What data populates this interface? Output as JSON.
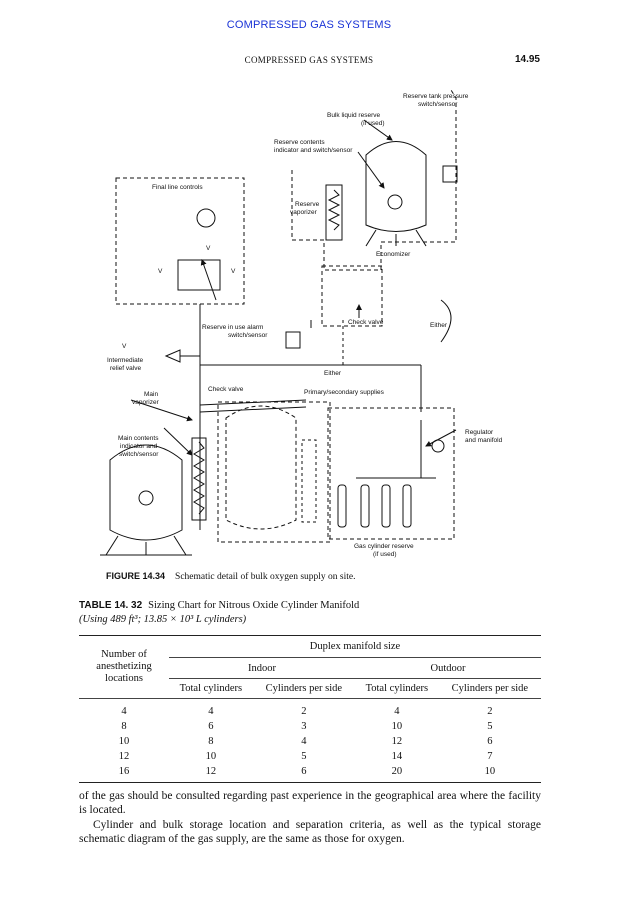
{
  "header": {
    "running_title_top": "COMPRESSED GAS SYSTEMS",
    "running_title": "COMPRESSED GAS SYSTEMS",
    "page_number": "14.95"
  },
  "figure": {
    "label": "FIGURE 14.34",
    "caption": "Schematic detail of bulk oxygen supply on site.",
    "labels": {
      "reserve_tank_pressure_1": "Reserve tank pressure",
      "reserve_tank_pressure_2": "switch/sensor",
      "bulk_liquid_reserve_1": "Bulk liquid reserve",
      "bulk_liquid_reserve_2": "(if used)",
      "reserve_contents_1": "Reserve contents",
      "reserve_contents_2": "indicator and switch/sensor",
      "final_line_controls": "Final line controls",
      "reserve_vaporizer_1": "Reserve",
      "reserve_vaporizer_2": "vaporizer",
      "economizer": "Economizer",
      "v_top": "V",
      "v_left": "V",
      "v_right": "V",
      "check_valve_upper": "Check valve",
      "either_right": "Either",
      "reserve_in_use_1": "Reserve in use alarm",
      "reserve_in_use_2": "switch/sensor",
      "v_side": "V",
      "intermediate_relief_1": "Intermediate",
      "intermediate_relief_2": "relief valve",
      "either_center": "Either",
      "main_vaporizer_1": "Main",
      "main_vaporizer_2": "vaporizer",
      "check_valve_lower": "Check valve",
      "primary_secondary": "Primary/secondary supplies",
      "regulator_1": "Regulator",
      "regulator_2": "and manifold",
      "main_contents_1": "Main contents",
      "main_contents_2": "indicator and",
      "main_contents_3": "switch/sensor",
      "gas_cylinder_reserve_1": "Gas cylinder reserve",
      "gas_cylinder_reserve_2": "(if used)"
    }
  },
  "table": {
    "label": "TABLE 14. 32",
    "title": "Sizing Chart for Nitrous Oxide Cylinder Manifold",
    "subtitle": "(Using 489 ft³; 13.85 × 10³ L cylinders)",
    "group_header": "Duplex manifold size",
    "row_header_1": "Number of",
    "row_header_2": "anesthetizing",
    "row_header_3": "locations",
    "indoor": "Indoor",
    "outdoor": "Outdoor",
    "col_total_indoor": "Total cylinders",
    "col_per_side_indoor": "Cylinders per side",
    "col_total_outdoor": "Total cylinders",
    "col_per_side_outdoor": "Cylinders per side",
    "rows": [
      [
        "4",
        "4",
        "2",
        "4",
        "2"
      ],
      [
        "8",
        "6",
        "3",
        "10",
        "5"
      ],
      [
        "10",
        "8",
        "4",
        "12",
        "6"
      ],
      [
        "12",
        "10",
        "5",
        "14",
        "7"
      ],
      [
        "16",
        "12",
        "6",
        "20",
        "10"
      ]
    ]
  },
  "body": {
    "para1": "of the gas should be consulted regarding past experience in the geographical area where the facility is located.",
    "para2": "Cylinder and bulk storage location and separation criteria, as well as the typical storage schematic diagram of the gas supply, are the same as those for oxygen."
  }
}
